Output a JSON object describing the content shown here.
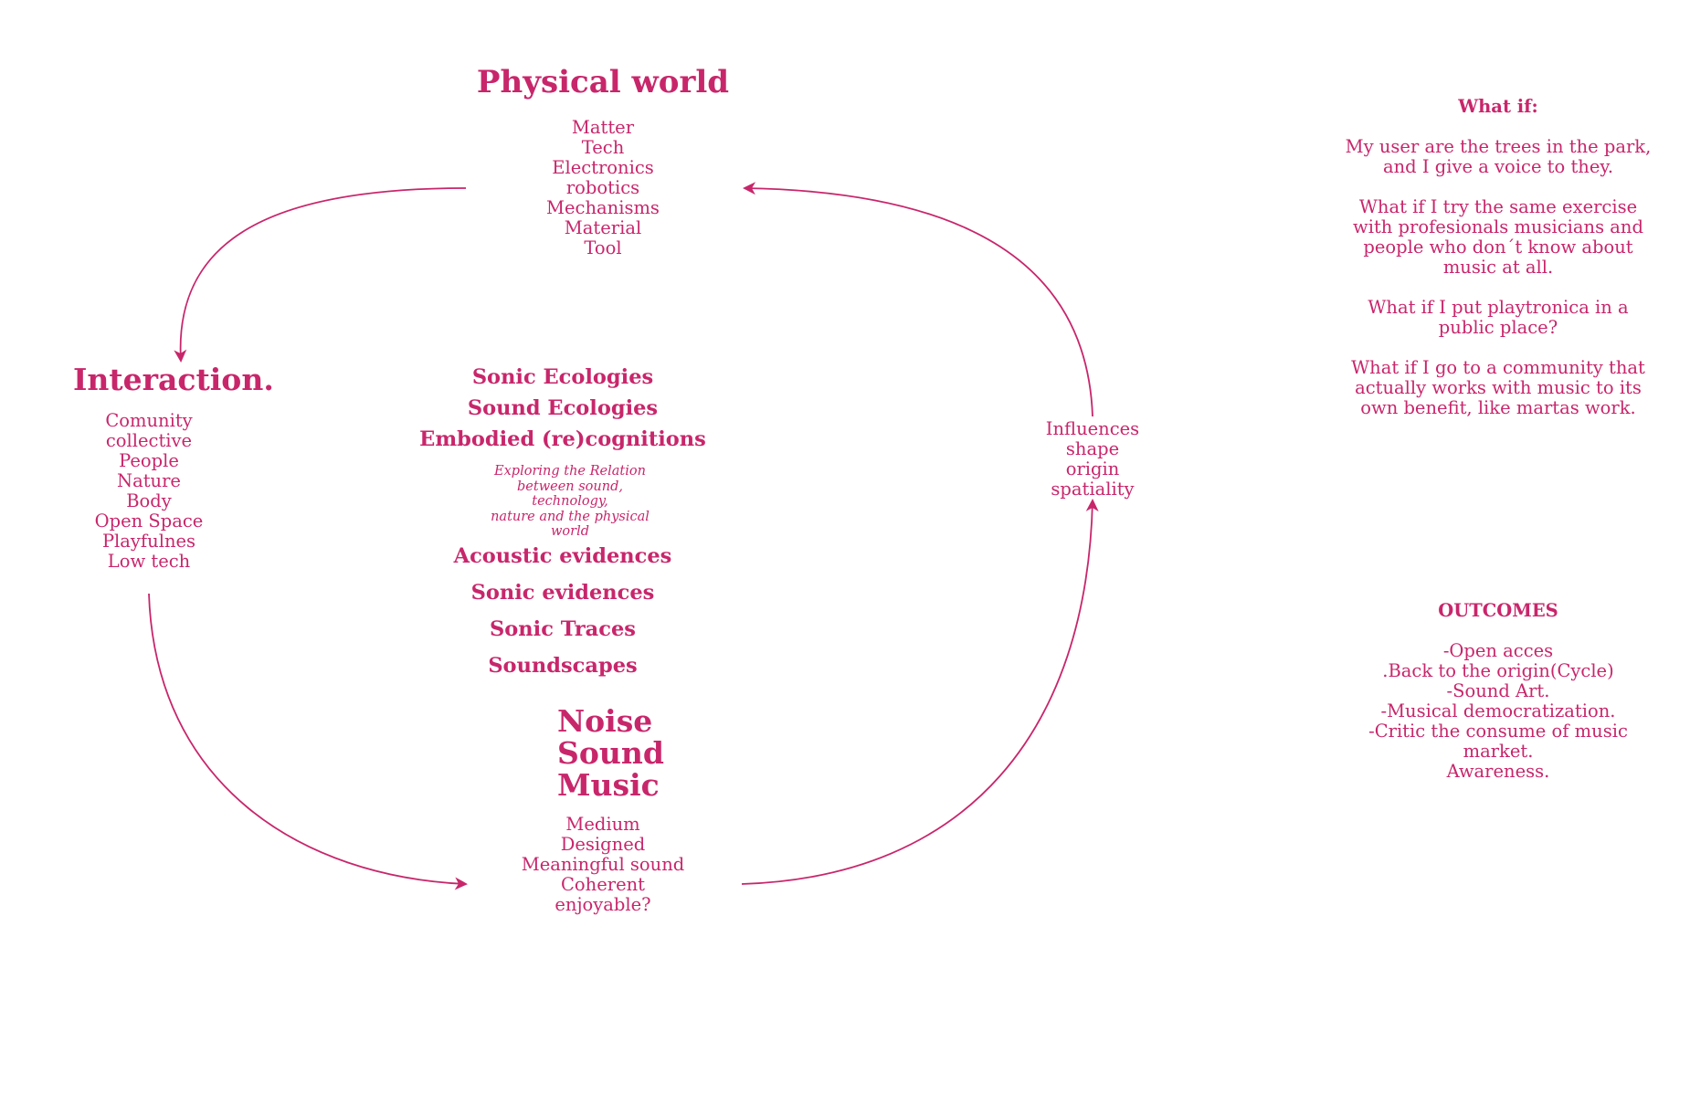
{
  "colors": {
    "accent": "#c8266b",
    "background": "#ffffff"
  },
  "physical": {
    "title": "Physical world",
    "items": [
      "Matter",
      "Tech",
      "Electronics",
      "robotics",
      "Mechanisms",
      "Material",
      "Tool"
    ]
  },
  "interaction": {
    "title": "Interaction.",
    "items": [
      "Comunity",
      "collective",
      "People",
      "Nature",
      "Body",
      "Open Space",
      "Playfulnes",
      "Low tech"
    ]
  },
  "noise": {
    "title_lines": [
      "Noise",
      "Sound",
      "Music"
    ],
    "items": [
      "Medium",
      "Designed",
      "Meaningful sound",
      "Coherent",
      "enjoyable?"
    ]
  },
  "influences": {
    "items": [
      "Influences",
      "shape",
      "origin",
      "spatiality"
    ]
  },
  "center": {
    "terms_top": [
      "Sonic Ecologies",
      "Sound Ecologies",
      "Embodied (re)cognitions"
    ],
    "note_lines": [
      "Exploring the Relation",
      "between sound, technology,",
      "nature and the physical",
      "world"
    ],
    "terms_bottom": [
      "Acoustic evidences",
      "Sonic evidences",
      "Sonic Traces",
      "Soundscapes"
    ]
  },
  "whatif": {
    "title": "What if:",
    "paragraphs": [
      [
        "My user are the trees in the park,",
        "and I give a voice  to they."
      ],
      [
        "What if I try the same exercise",
        "with profesionals musicians and",
        "people who don´t know about",
        "music at all."
      ],
      [
        "What if I put playtronica in a",
        "public place?"
      ],
      [
        "What if I go to a community that",
        "actually works with music to its",
        "own benefit, like martas work."
      ]
    ]
  },
  "outcomes": {
    "title": "OUTCOMES",
    "items": [
      "-Open acces",
      ".Back to the origin(Cycle)",
      "-Sound Art.",
      "-Musical democratization.",
      "-Critic the consume of music",
      "market.",
      "Awareness."
    ]
  }
}
